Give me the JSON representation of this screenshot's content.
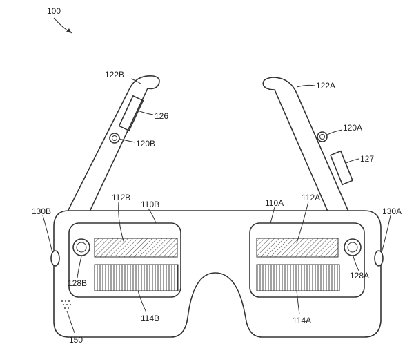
{
  "figure": {
    "ref_main": "100",
    "labels": {
      "arm_left": "122B",
      "arm_left_module": "126",
      "hinge_left": "120B",
      "arm_right": "122A",
      "hinge_right": "120A",
      "arm_right_module": "127",
      "display_top_left": "112B",
      "lens_left": "110B",
      "lens_right": "110A",
      "display_top_right": "112A",
      "side_left": "130B",
      "side_right": "130A",
      "camera_left": "128B",
      "camera_right": "128A",
      "display_bottom_left": "114B",
      "display_bottom_right": "114A",
      "speaker": "150"
    }
  }
}
